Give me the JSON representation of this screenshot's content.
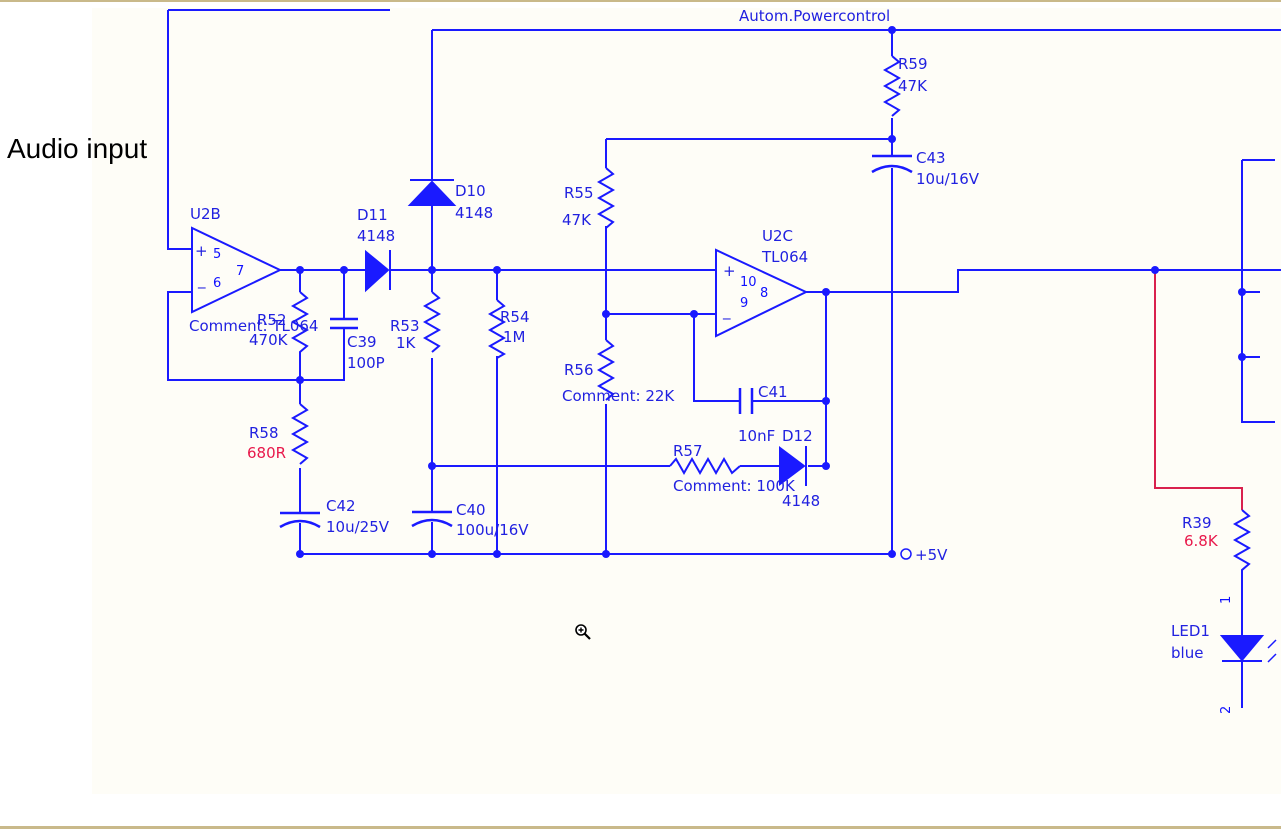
{
  "audio_input_label": "Audio input",
  "net_autom_power": "Autom.Powercontrol",
  "net_plus5v": "+5V",
  "u2b": {
    "ref": "U2B",
    "pin_plus": "5",
    "pin_minus": "6",
    "pin_out": "7"
  },
  "u2c": {
    "ref": "U2C",
    "part": "TL064",
    "pin_plus": "10",
    "pin_minus": "9",
    "pin_out": "8"
  },
  "comment_tl064": "Comment: TL064",
  "components": {
    "d10": {
      "ref": "D10",
      "value": "4148"
    },
    "d11": {
      "ref": "D11",
      "value": "4148"
    },
    "d12": {
      "ref": "D12",
      "value": "4148"
    },
    "r52": {
      "ref": "R52",
      "value": "470K"
    },
    "r53": {
      "ref": "R53",
      "value": "1K"
    },
    "r54": {
      "ref": "R54",
      "value": "1M"
    },
    "r55": {
      "ref": "R55",
      "value": "47K"
    },
    "r56": {
      "ref": "R56",
      "value": "Comment: 22K"
    },
    "r57": {
      "ref": "R57",
      "value": "Comment: 100K"
    },
    "r58": {
      "ref": "R58",
      "value": "680R"
    },
    "r59": {
      "ref": "R59",
      "value": "47K"
    },
    "r39": {
      "ref": "R39",
      "value": "6.8K"
    },
    "c39": {
      "ref": "C39",
      "value": "100P"
    },
    "c40": {
      "ref": "C40",
      "value": "100u/16V"
    },
    "c41": {
      "ref": "C41",
      "value": "10nF"
    },
    "c42": {
      "ref": "C42",
      "value": "10u/25V"
    },
    "c43": {
      "ref": "C43",
      "value": "10u/16V"
    },
    "led1": {
      "ref": "LED1",
      "value": "blue",
      "pin1": "1",
      "pin2": "2"
    }
  },
  "colors": {
    "wire": "#1a1aff",
    "label": "#2121e0",
    "value_red": "#e8194b",
    "led_wire": "#d9214d",
    "background": "#fefdf7"
  },
  "icons": {
    "cursor": "zoom-in-cursor-icon"
  }
}
